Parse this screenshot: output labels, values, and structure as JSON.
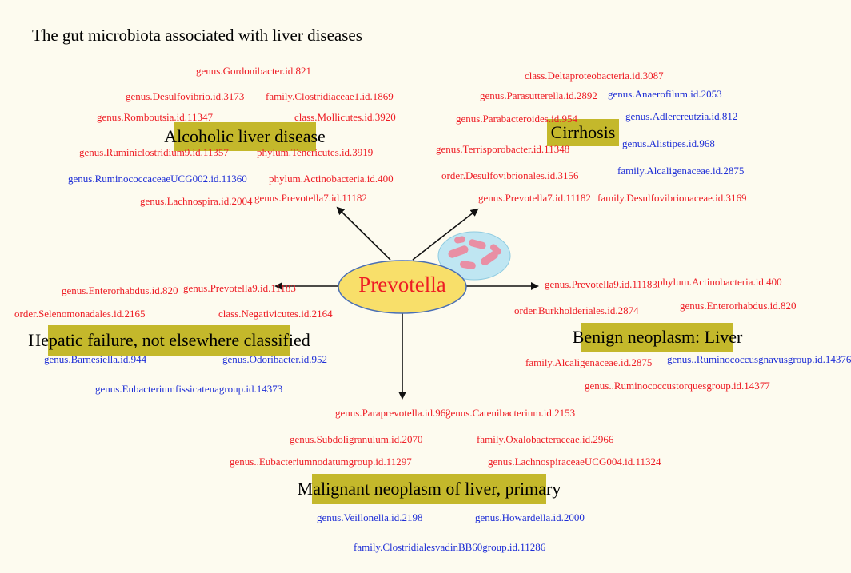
{
  "title": "The gut microbiota associated with liver diseases",
  "center": "Prevotella",
  "colors": {
    "red": "#ee1c24",
    "blue": "#1e2ed6",
    "disease_bg": "#c4b82b",
    "hub_fill": "#f8df6a"
  },
  "diseases": {
    "alcoholic": "Alcoholic liver disease",
    "cirrhosis": "Cirrhosis",
    "hepatic": "Hepatic failure, not elsewhere classified",
    "benign": "Benign neoplasm: Liver",
    "malignant": "Malignant neoplasm of liver, primary"
  },
  "alcoholic_taxa": [
    "genus.Gordonibacter.id.821",
    "genus.Desulfovibrio.id.3173",
    "family.Clostridiaceae1.id.1869",
    "genus.Romboutsia.id.11347",
    "class.Mollicutes.id.3920",
    "genus.Ruminiclostridium9.id.11357",
    "phylum.Tenericutes.id.3919",
    "genus.RuminococcaceaeUCG002.id.11360",
    "phylum.Actinobacteria.id.400",
    "genus.Lachnospira.id.2004",
    "genus.Prevotella7.id.11182"
  ],
  "cirrhosis_taxa": [
    "class.Deltaproteobacteria.id.3087",
    "genus.Parasutterella.id.2892",
    "genus.Anaerofilum.id.2053",
    "genus.Parabacteroides.id.954",
    "genus.Adlercreutzia.id.812",
    "genus.Alistipes.id.968",
    "genus.Terrisporobacter.id.11348",
    "family.Alcaligenaceae.id.2875",
    "order.Desulfovibrionales.id.3156",
    "genus.Prevotella7.id.11182",
    "family.Desulfovibrionaceae.id.3169"
  ],
  "hepatic_taxa": [
    "genus.Enterorhabdus.id.820",
    "genus.Prevotella9.id.11183",
    "order.Selenomonadales.id.2165",
    "class.Negativicutes.id.2164",
    "genus.Barnesiella.id.944",
    "genus.Odoribacter.id.952",
    "genus.Eubacteriumfissicatenagroup.id.14373"
  ],
  "benign_taxa": [
    "genus.Prevotella9.id.11183",
    "phylum.Actinobacteria.id.400",
    "order.Burkholderiales.id.2874",
    "genus.Enterorhabdus.id.820",
    "family.Alcaligenaceae.id.2875",
    "genus..Ruminococcusgnavusgroup.id.14376",
    "genus..Ruminococcustorquesgroup.id.14377"
  ],
  "malignant_taxa": [
    "genus.Paraprevotella.id.962",
    "genus.Catenibacterium.id.2153",
    "genus.Subdoligranulum.id.2070",
    "family.Oxalobacteraceae.id.2966",
    "genus..Eubacteriumnodatumgroup.id.11297",
    "genus.LachnospiraceaeUCG004.id.11324",
    "genus.Veillonella.id.2198",
    "genus.Howardella.id.2000",
    "family.ClostridialesvadinBB60group.id.11286"
  ]
}
